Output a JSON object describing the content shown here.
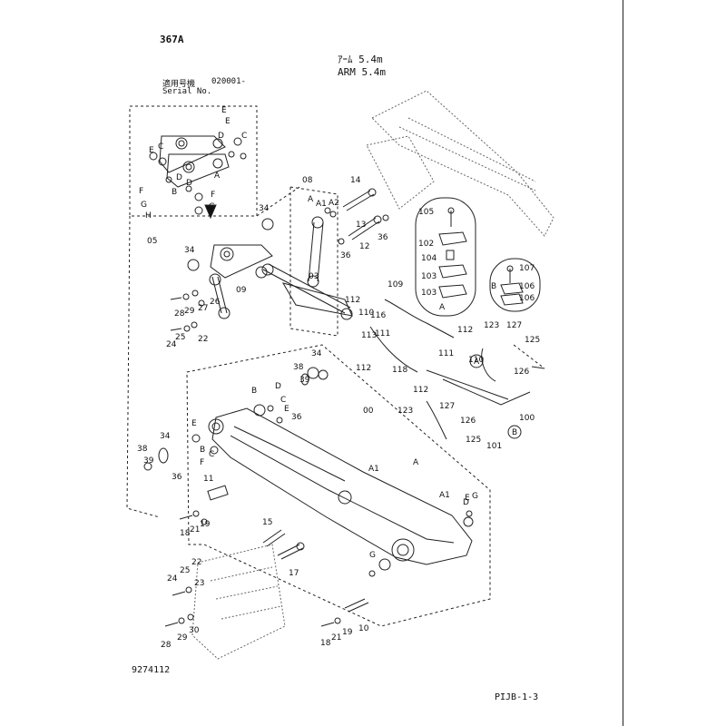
{
  "header": {
    "model": "367A",
    "title_jp": "ｱｰﾑ 5.4m",
    "title_en": "ARM 5.4m",
    "serial_label_jp": "適用号機",
    "serial_number": "020001-",
    "serial_label_en": "Serial No."
  },
  "footer": {
    "drawing_number": "9274112",
    "page_code": "PIJB-1-3"
  },
  "callouts": [
    "E",
    "E",
    "D",
    "C",
    "E",
    "C",
    "A",
    "D",
    "B",
    "D",
    "F",
    "F",
    "G",
    "G",
    "H",
    "05",
    "34",
    "34",
    "09",
    "26",
    "27",
    "28",
    "29",
    "22",
    "24",
    "25",
    "08",
    "A",
    "A1",
    "A2",
    "14",
    "13",
    "36",
    "12",
    "36",
    "03",
    "109",
    "112",
    "110",
    "116",
    "113",
    "111",
    "112",
    "118",
    "105",
    "102",
    "104",
    "103",
    "103",
    "A",
    "107",
    "106",
    "106",
    "B",
    "123",
    "127",
    "125",
    "126",
    "111",
    "110",
    "112",
    "112",
    "123",
    "127",
    "126",
    "125",
    "101",
    "100",
    "A",
    "B",
    "34",
    "38",
    "39",
    "00",
    "B",
    "C",
    "E",
    "D",
    "36",
    "34",
    "38",
    "39",
    "E",
    "B",
    "F",
    "C",
    "36",
    "11",
    "A1",
    "A",
    "A1",
    "D",
    "G",
    "G",
    "E",
    "18",
    "21",
    "19",
    "15",
    "17",
    "24",
    "25",
    "22",
    "23",
    "28",
    "29",
    "30",
    "10",
    "18",
    "21",
    "19"
  ]
}
